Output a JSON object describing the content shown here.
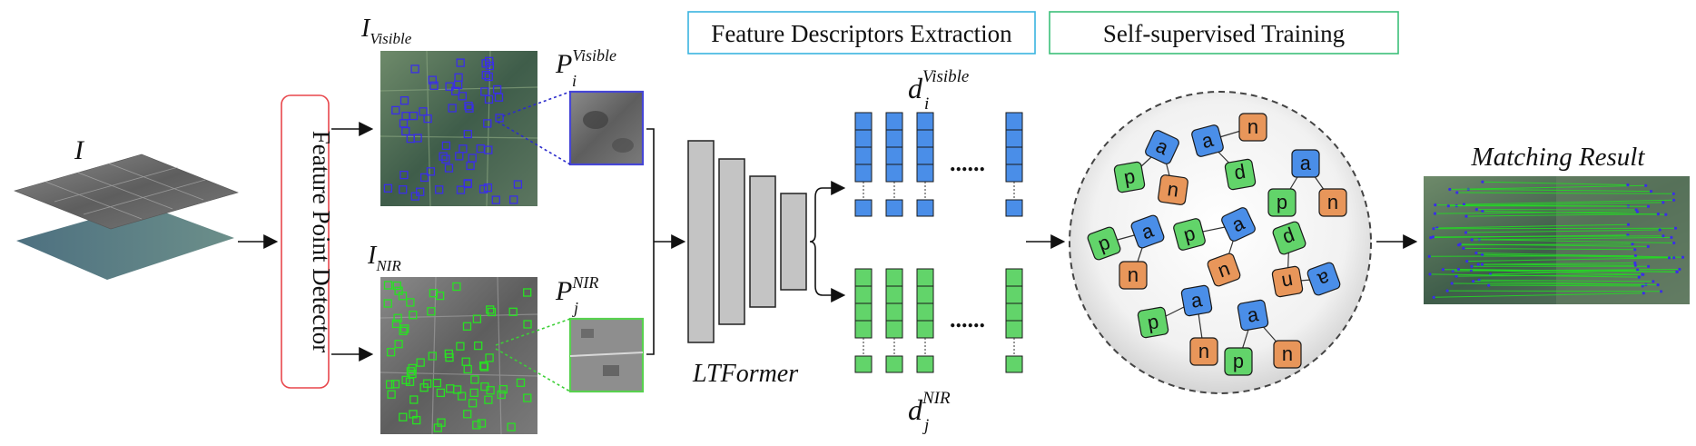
{
  "input_label": "I",
  "detector_label": "Feature Point Detector",
  "visible_image_label": {
    "base": "I",
    "sub": "Visible"
  },
  "nir_image_label": {
    "base": "I",
    "sub": "NIR"
  },
  "visible_patch_label": {
    "base": "P",
    "sub": "i",
    "sup": "Visible"
  },
  "nir_patch_label": {
    "base": "P",
    "sub": "j",
    "sup": "NIR"
  },
  "model_label": "LTFormer",
  "visible_descriptor_label": {
    "base": "d",
    "sub": "i",
    "sup": "Visible"
  },
  "nir_descriptor_label": {
    "base": "d",
    "sub": "j",
    "sup": "NIR"
  },
  "ellipsis": "......",
  "stage1_label": "Feature Descriptors Extraction",
  "stage2_label": "Self-supervised Training",
  "result_label": "Matching Result",
  "node_letters": {
    "anchor": "a",
    "positive": "p",
    "negative": "n"
  },
  "colors": {
    "detector_border": "#e8474c",
    "stage1_border": "#3ab4e0",
    "stage2_border": "#3cc07a",
    "visible_blue": "#4a8ee8",
    "nir_green": "#62d46a",
    "negative_orange": "#e8965a",
    "keypoint_blue": "#3a2ee8",
    "keypoint_green": "#29e023",
    "match_line": "#22dd22"
  }
}
